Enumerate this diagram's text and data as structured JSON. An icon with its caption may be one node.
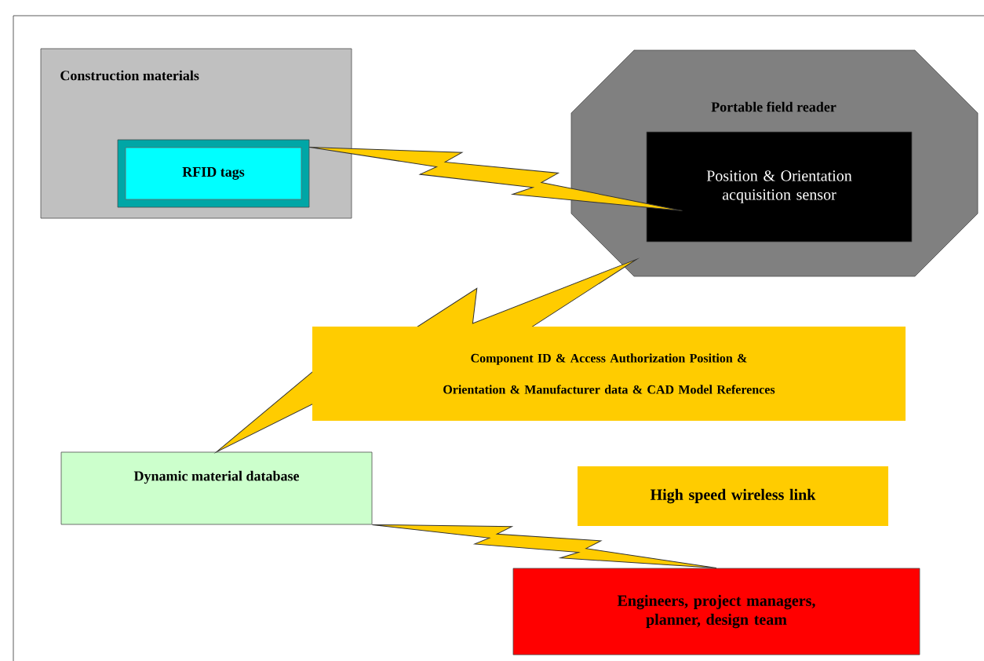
{
  "diagram": {
    "nodes": [
      {
        "text": [
          "Construction materials"
        ]
      },
      {
        "text": [
          "RFID tags"
        ],
        "in": 0
      },
      {
        "text": [
          "Portable field reader"
        ]
      },
      {
        "text": [
          "Position & Orientation acquisition sensor"
        ],
        "in": 2
      },
      {
        "text": [
          "Dynamic material database"
        ]
      },
      {
        "text": [
          "Engineers, project managers, planner, design team"
        ]
      },
      {
        "text": [
          "High speed wireless link"
        ]
      }
    ],
    "edges": [
      {
        "from": 1,
        "to": 3,
        "arrow": "none"
      },
      {
        "from": 4,
        "to": 2,
        "arrow": "none",
        "label": "Component ID & Access Authorization Position & Orientation & Manufacturer data & CAD Model References"
      },
      {
        "from": 4,
        "to": 5,
        "arrow": "none"
      }
    ]
  }
}
